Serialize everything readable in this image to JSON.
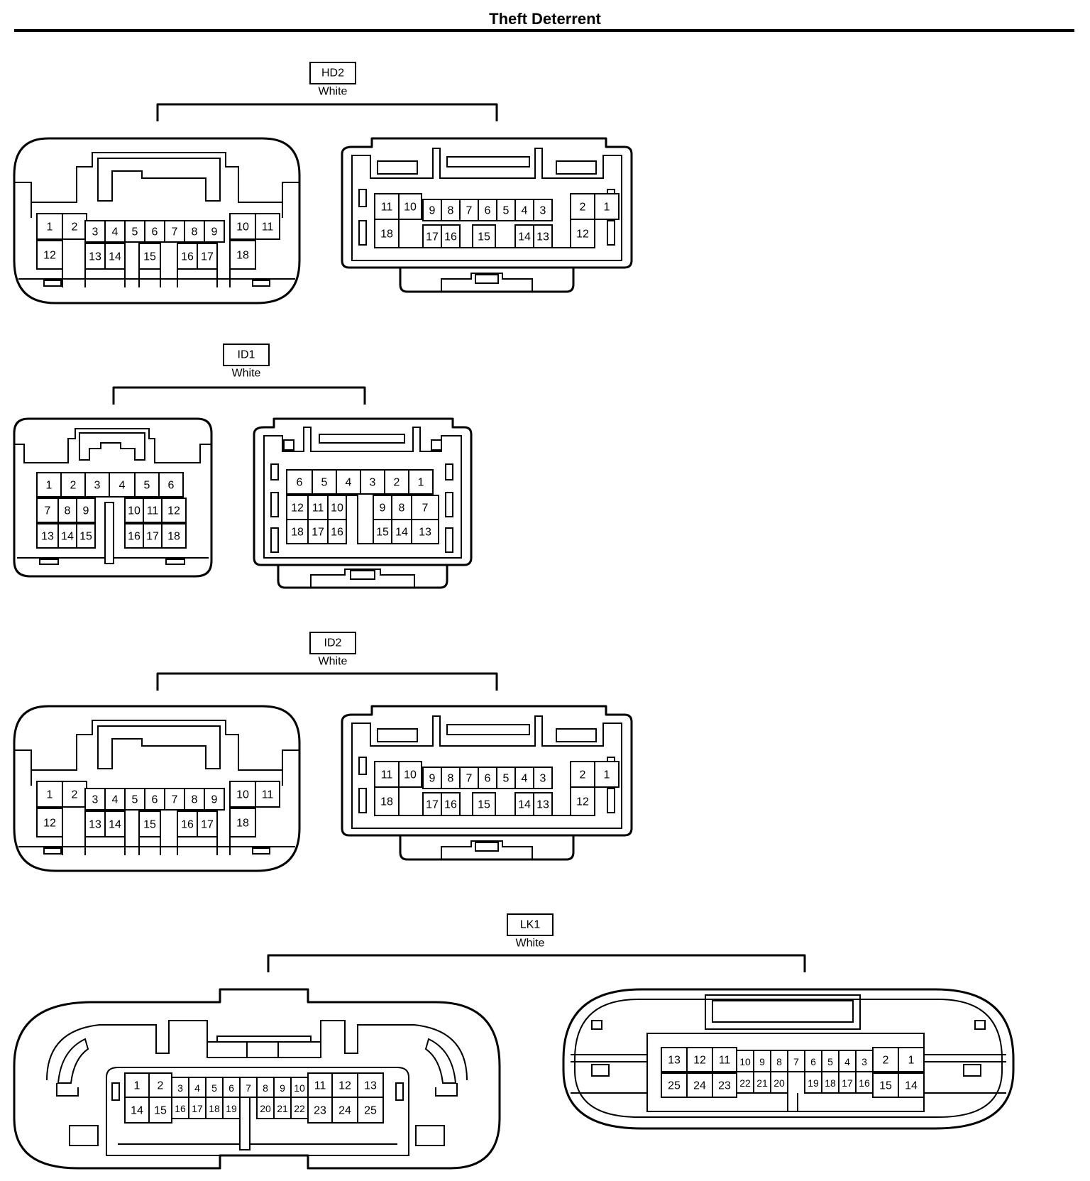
{
  "title": "Theft Deterrent",
  "connectors": [
    {
      "code": "HD2",
      "color": "White",
      "left_pins": [
        [
          "1",
          "2",
          "3",
          "4",
          "5",
          "6",
          "7",
          "8",
          "9",
          "10",
          "11"
        ],
        [
          "12",
          "13",
          "14",
          "15",
          "16",
          "17",
          "18"
        ]
      ],
      "right_pins": [
        [
          "11",
          "10",
          "9",
          "8",
          "7",
          "6",
          "5",
          "4",
          "3",
          "2",
          "1"
        ],
        [
          "18",
          "17",
          "16",
          "15",
          "14",
          "13",
          "12"
        ]
      ]
    },
    {
      "code": "ID1",
      "color": "White",
      "left_pins": [
        [
          "1",
          "2",
          "3",
          "4",
          "5",
          "6"
        ],
        [
          "7",
          "8",
          "9",
          "10",
          "11",
          "12"
        ],
        [
          "13",
          "14",
          "15",
          "16",
          "17",
          "18"
        ]
      ],
      "right_pins": [
        [
          "6",
          "5",
          "4",
          "3",
          "2",
          "1"
        ],
        [
          "12",
          "11",
          "10",
          "9",
          "8",
          "7"
        ],
        [
          "18",
          "17",
          "16",
          "15",
          "14",
          "13"
        ]
      ]
    },
    {
      "code": "ID2",
      "color": "White",
      "left_pins": [
        [
          "1",
          "2",
          "3",
          "4",
          "5",
          "6",
          "7",
          "8",
          "9",
          "10",
          "11"
        ],
        [
          "12",
          "13",
          "14",
          "15",
          "16",
          "17",
          "18"
        ]
      ],
      "right_pins": [
        [
          "11",
          "10",
          "9",
          "8",
          "7",
          "6",
          "5",
          "4",
          "3",
          "2",
          "1"
        ],
        [
          "18",
          "17",
          "16",
          "15",
          "14",
          "13",
          "12"
        ]
      ]
    },
    {
      "code": "LK1",
      "color": "White",
      "left_pins": [
        [
          "1",
          "2",
          "3",
          "4",
          "5",
          "6",
          "7",
          "8",
          "9",
          "10",
          "11",
          "12",
          "13"
        ],
        [
          "14",
          "15",
          "16",
          "17",
          "18",
          "19",
          "20",
          "21",
          "22",
          "23",
          "24",
          "25"
        ]
      ],
      "right_pins": [
        [
          "13",
          "12",
          "11",
          "10",
          "9",
          "8",
          "7",
          "6",
          "5",
          "4",
          "3",
          "2",
          "1"
        ],
        [
          "25",
          "24",
          "23",
          "22",
          "21",
          "20",
          "19",
          "18",
          "17",
          "16",
          "15",
          "14"
        ]
      ]
    }
  ]
}
